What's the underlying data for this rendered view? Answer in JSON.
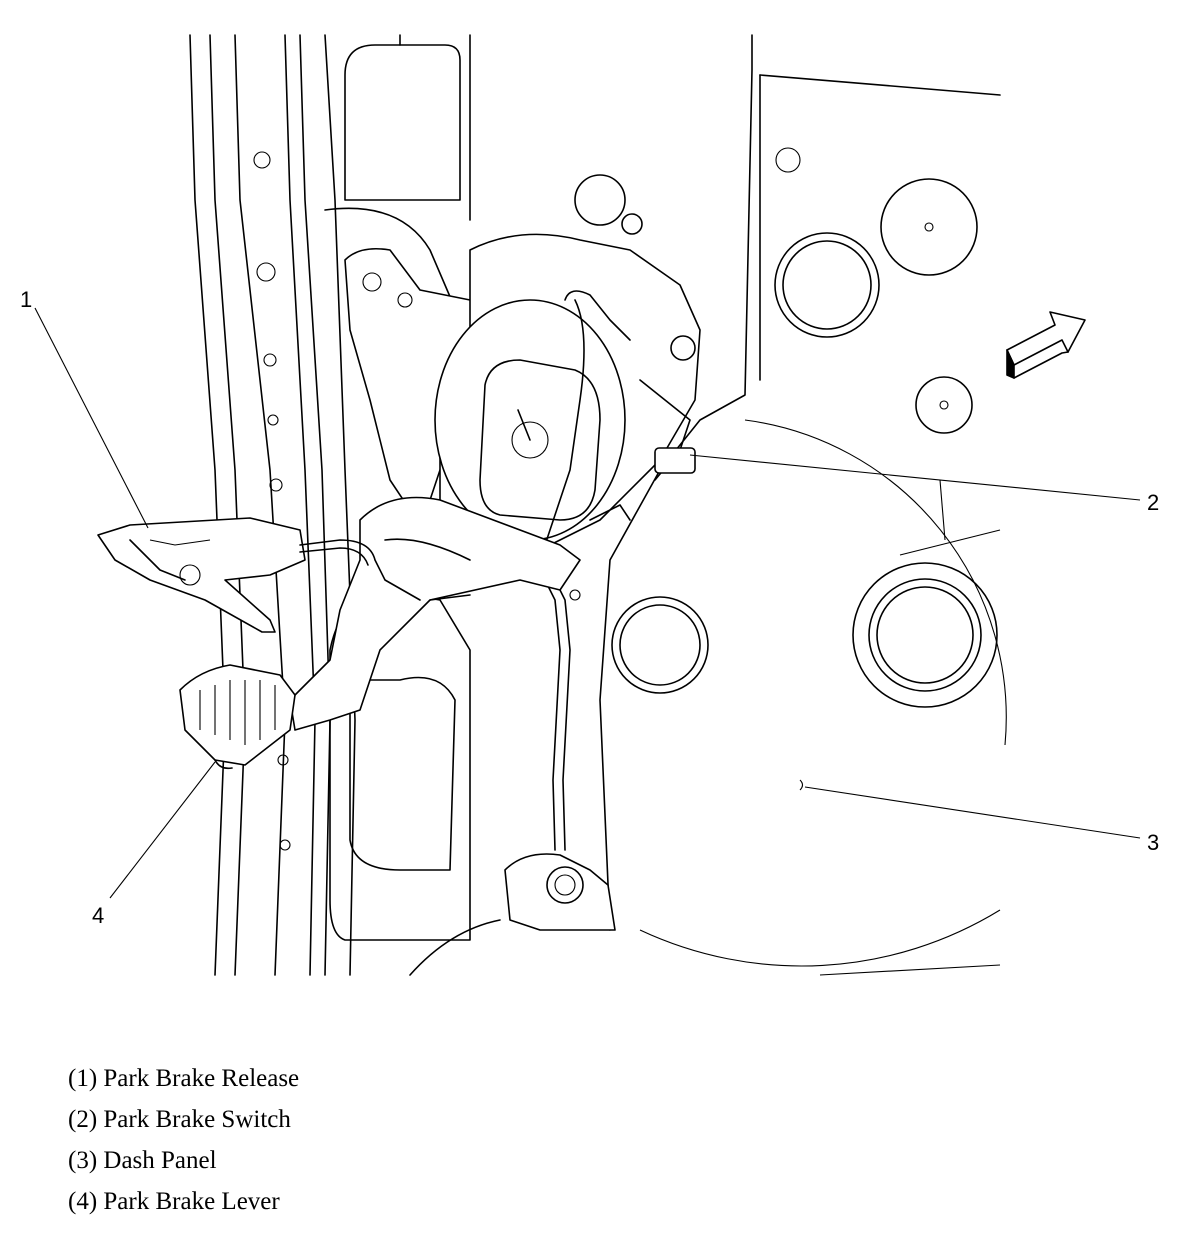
{
  "callouts": [
    {
      "number": "1"
    },
    {
      "number": "2"
    },
    {
      "number": "3"
    },
    {
      "number": "4"
    }
  ],
  "legend": [
    {
      "text": "(1) Park Brake Release"
    },
    {
      "text": "(2) Park Brake Switch"
    },
    {
      "text": "(3) Dash Panel"
    },
    {
      "text": "(4) Park Brake Lever"
    }
  ],
  "icons": {
    "direction_arrow": "arrow-right-up-icon"
  },
  "colors": {
    "line": "#000000",
    "background": "#ffffff"
  }
}
